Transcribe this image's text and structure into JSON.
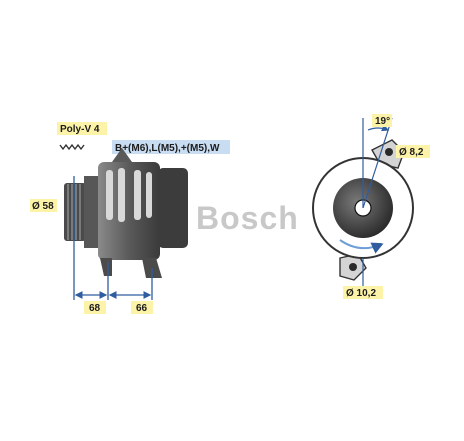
{
  "watermark": {
    "copyright": "©",
    "brand": "Bosch"
  },
  "labels": {
    "belt": "Poly-V 4",
    "terminals": "B+(M6),L(M5),+(M5),W",
    "pulley_diameter": "Ø 58",
    "dim_left": "68",
    "dim_right": "66",
    "angle": "19°",
    "bolt_hole": "Ø 8,2",
    "mount_hole": "Ø 10,2"
  },
  "colors": {
    "label_fill": "#fdf3a8",
    "terminal_fill": "#c9ddf2",
    "dim_line": "#2f5d9f",
    "body": "#5c5c5c",
    "body_dark": "#3f3f3f",
    "body_light": "#cfcfcf",
    "watermark": "#c8c8c8"
  }
}
